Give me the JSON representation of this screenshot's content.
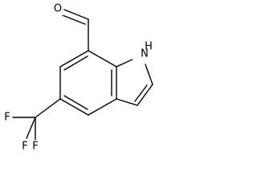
{
  "molecule": {
    "atoms": {
      "oxygen": "O",
      "nitrogen": "N",
      "hydrogen": "H",
      "fluorine_1": "F",
      "fluorine_2": "F",
      "fluorine_3": "F"
    }
  }
}
